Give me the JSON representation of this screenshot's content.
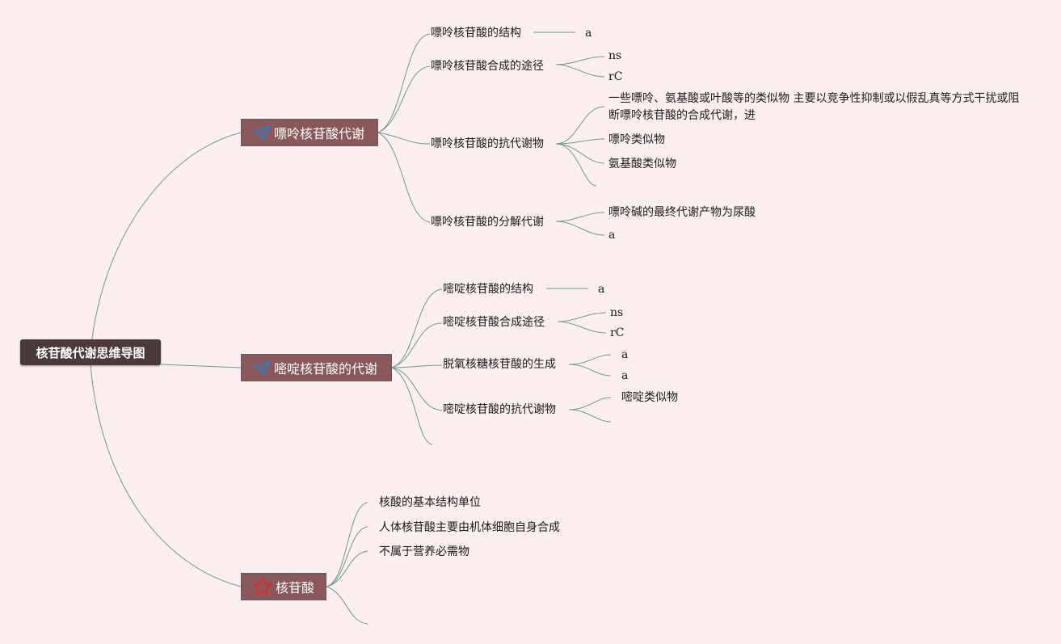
{
  "root": {
    "label": "核苷酸代谢思维导图"
  },
  "colors": {
    "background": "#fdeff0",
    "root_fill": "#4a3a3b",
    "main_fill": "#8a585b",
    "line": "#6e9a8e",
    "icon_blue": "#3a77b8",
    "icon_red": "#d62c2c"
  },
  "purine": {
    "label": "嘌呤核苷酸代谢",
    "icon": "paper-plane-icon",
    "structure": {
      "label": "嘌呤核苷酸的结构",
      "child": "a"
    },
    "synthesis": {
      "label": "嘌呤核苷酸合成的途径",
      "children": [
        "ns",
        "rC"
      ]
    },
    "antimetabolite": {
      "label": "嘌呤核苷酸的抗代谢物",
      "children": [
        "一些嘌呤、氨基酸或叶酸等的类似物 主要以竞争性抑制或以假乱真等方式干扰或阻断嘌呤核苷酸的合成代谢，进",
        "嘌呤类似物",
        "氨基酸类似物",
        ""
      ]
    },
    "catabolism": {
      "label": "嘌呤核苷酸的分解代谢",
      "children": [
        "嘌呤碱的最终代谢产物为尿酸",
        "a"
      ]
    }
  },
  "pyrimidine": {
    "label": "嘧啶核苷酸的代谢",
    "icon": "paper-plane-icon",
    "structure": {
      "label": "嘧啶核苷酸的结构",
      "child": "a"
    },
    "synthesis": {
      "label": "嘧啶核苷酸合成途径",
      "children": [
        "ns",
        "rC"
      ]
    },
    "deoxy": {
      "label": "脱氧核糖核苷酸的生成",
      "children": [
        "a",
        "a"
      ]
    },
    "antimetabolite": {
      "label": "嘧啶核苷酸的抗代谢物",
      "children": [
        "嘧啶类似物",
        ""
      ]
    }
  },
  "nucleotide": {
    "label": "核苷酸",
    "icon": "star-icon",
    "children": [
      "核酸的基本结构单位",
      "人体核苷酸主要由机体细胞自身合成",
      "不属于营养必需物"
    ]
  }
}
